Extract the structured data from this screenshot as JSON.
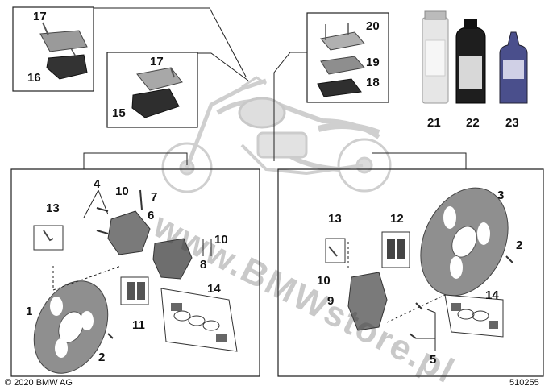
{
  "callouts": {
    "n1": "1",
    "n2a": "2",
    "n2b": "2",
    "n3": "3",
    "n4": "4",
    "n5": "5",
    "n6": "6",
    "n7": "7",
    "n8": "8",
    "n9": "9",
    "n10a": "10",
    "n10b": "10",
    "n10c": "10",
    "n11": "11",
    "n12": "12",
    "n13a": "13",
    "n13b": "13",
    "n14a": "14",
    "n14b": "14",
    "n15": "15",
    "n16": "16",
    "n17a": "17",
    "n17b": "17",
    "n18": "18",
    "n19": "19",
    "n20": "20",
    "n21": "21",
    "n22": "22",
    "n23": "23"
  },
  "footer": {
    "copyright": "© 2020 BMW AG",
    "diagram_number": "510255"
  },
  "watermark": "www.BMWstore.pl",
  "colors": {
    "line": "#222222",
    "part_dark": "#4a4a4a",
    "part_mid": "#8a8a8a",
    "part_light": "#c4c4c4",
    "bike_ghost": "#d6d6d6"
  }
}
